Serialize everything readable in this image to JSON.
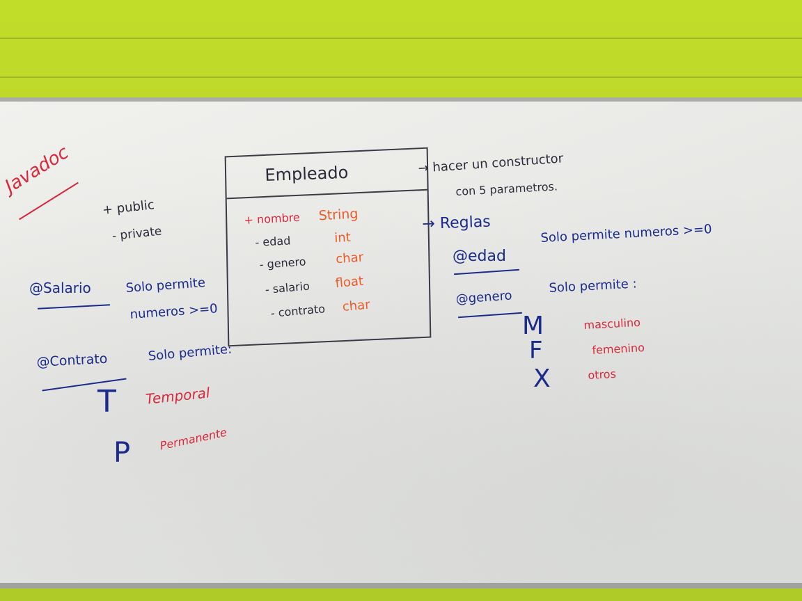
{
  "scene": {
    "left_notes": {
      "javadoc": "Javadoc",
      "public": "+ public",
      "private": "- private",
      "salario_tag": "@Salario",
      "salario_rule_1": "Solo permite",
      "salario_rule_2": "numeros >=0",
      "contrato_tag": "@Contrato",
      "contrato_rule": "Solo permite:",
      "option_t_letter": "T",
      "option_t_label": "Temporal",
      "option_p_letter": "P",
      "option_p_label": "Permanente"
    },
    "class_box": {
      "title": "Empleado",
      "fields": [
        {
          "name": "+ nombre",
          "type": "String"
        },
        {
          "name": "- edad",
          "type": "int"
        },
        {
          "name": "- genero",
          "type": "char"
        },
        {
          "name": "- salario",
          "type": "float"
        },
        {
          "name": "- contrato",
          "type": "char"
        }
      ]
    },
    "right_notes": {
      "constructor_1": "→ hacer un constructor",
      "constructor_2": "con 5 parametros.",
      "reglas": "→ Reglas",
      "edad_tag": "@edad",
      "edad_rule": "Solo permite numeros >=0",
      "genero_tag": "@genero",
      "genero_rule": "Solo permite :",
      "options": [
        {
          "letter": "M",
          "label": "masculino"
        },
        {
          "letter": "F",
          "label": "femenino"
        },
        {
          "letter": "X",
          "label": "otros"
        }
      ]
    },
    "colors": {
      "wall": "#b9d62e",
      "board": "#ececea",
      "blue_marker": "#1c2a8c",
      "red_marker": "#d9283a",
      "orange_marker": "#ef5a26",
      "black_marker": "#2b2b3a"
    }
  }
}
